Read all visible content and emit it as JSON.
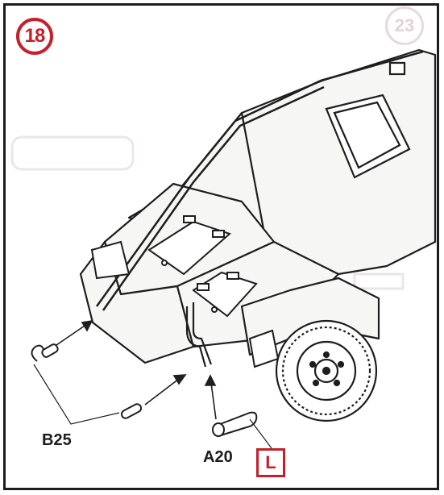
{
  "step": {
    "number": "18",
    "ghost_number": "23"
  },
  "parts": {
    "left_label": "B25",
    "right_label": "A20"
  },
  "paint_code": "L",
  "colors": {
    "accent": "#c4202c",
    "ink": "#1c1c1c",
    "ghost": "#e3d3d9"
  }
}
